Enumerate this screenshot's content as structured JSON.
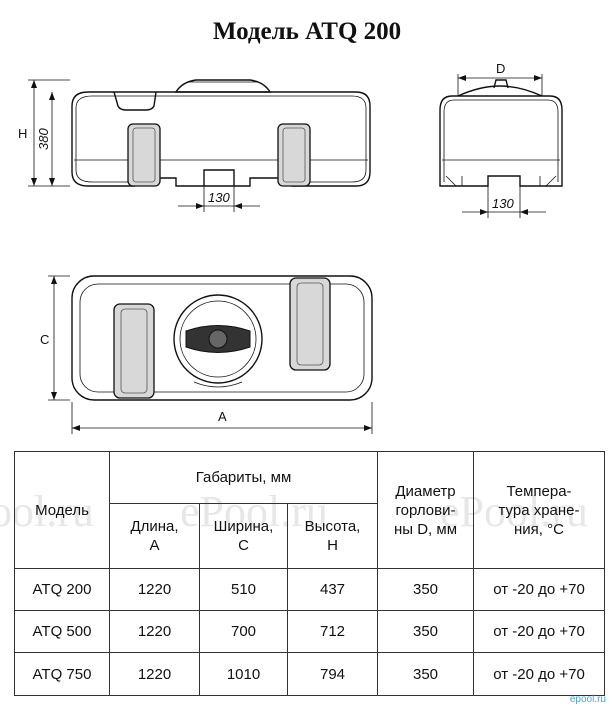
{
  "title": "Модель ATQ 200",
  "drawing": {
    "label_H": "H",
    "label_380": "380",
    "label_130_front": "130",
    "label_D": "D",
    "label_130_side": "130",
    "label_C": "C",
    "label_A": "A"
  },
  "table": {
    "header_model": "Модель",
    "header_dims": "Габариты, мм",
    "header_length_1": "Длина,",
    "header_length_2": "А",
    "header_width_1": "Ширина,",
    "header_width_2": "С",
    "header_height_1": "Высота,",
    "header_height_2": "Н",
    "header_diam_1": "Диаметр",
    "header_diam_2": "горлови-",
    "header_diam_3": "ны D, мм",
    "header_temp_1": "Темпера-",
    "header_temp_2": "тура хране-",
    "header_temp_3": "ния, °С",
    "rows": [
      {
        "model": "ATQ 200",
        "length": "1220",
        "width": "510",
        "height": "437",
        "diameter": "350",
        "temp": "от -20 до +70"
      },
      {
        "model": "ATQ 500",
        "length": "1220",
        "width": "700",
        "height": "712",
        "diameter": "350",
        "temp": "от -20 до +70"
      },
      {
        "model": "ATQ 750",
        "length": "1220",
        "width": "1010",
        "height": "794",
        "diameter": "350",
        "temp": "от -20 до +70"
      }
    ]
  },
  "watermark": {
    "left": "ool.ru",
    "center": "ePool.ru",
    "right": "ePool.ru"
  },
  "badge": "epool.ru"
}
